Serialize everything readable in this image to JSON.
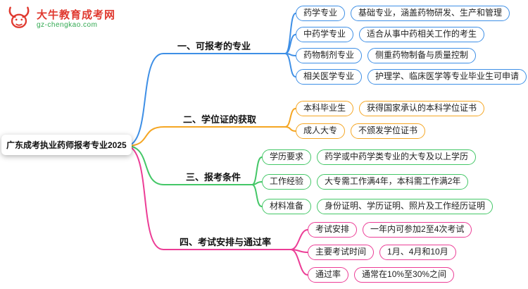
{
  "logo": {
    "name": "大牛教育成考网",
    "url": "gz-chengkao.com",
    "icon": "bull-icon",
    "brand_color": "#E0392F",
    "url_color": "#2FA84F"
  },
  "root": {
    "label": "广东成考执业药师报考专业2025"
  },
  "branches": [
    {
      "label": "一、可报考的专业",
      "color": "#3E8FE6",
      "children": [
        {
          "label": "药学专业",
          "desc": "基础专业，涵盖药物研发、生产和管理"
        },
        {
          "label": "中药学专业",
          "desc": "适合从事中药相关工作的考生"
        },
        {
          "label": "药物制剂专业",
          "desc": "侧重药物制备与质量控制"
        },
        {
          "label": "相关医学专业",
          "desc": "护理学、临床医学等专业毕业生可申请"
        }
      ]
    },
    {
      "label": "二、学位证的获取",
      "color": "#F5A623",
      "children": [
        {
          "label": "本科毕业生",
          "desc": "获得国家承认的本科学位证书"
        },
        {
          "label": "成人大专",
          "desc": "不颁发学位证书"
        }
      ]
    },
    {
      "label": "三、报考条件",
      "color": "#44C767",
      "children": [
        {
          "label": "学历要求",
          "desc": "药学或中药学类专业的大专及以上学历"
        },
        {
          "label": "工作经验",
          "desc": "大专需工作满4年，本科需工作满2年"
        },
        {
          "label": "材料准备",
          "desc": "身份证明、学历证明、照片及工作经历证明"
        }
      ]
    },
    {
      "label": "四、考试安排与通过率",
      "color": "#EC3D96",
      "children": [
        {
          "label": "考试安排",
          "desc": "一年内可参加2至4次考试"
        },
        {
          "label": "主要考试时间",
          "desc": "1月、4月和10月"
        },
        {
          "label": "通过率",
          "desc": "通常在10%至30%之间"
        }
      ]
    }
  ]
}
